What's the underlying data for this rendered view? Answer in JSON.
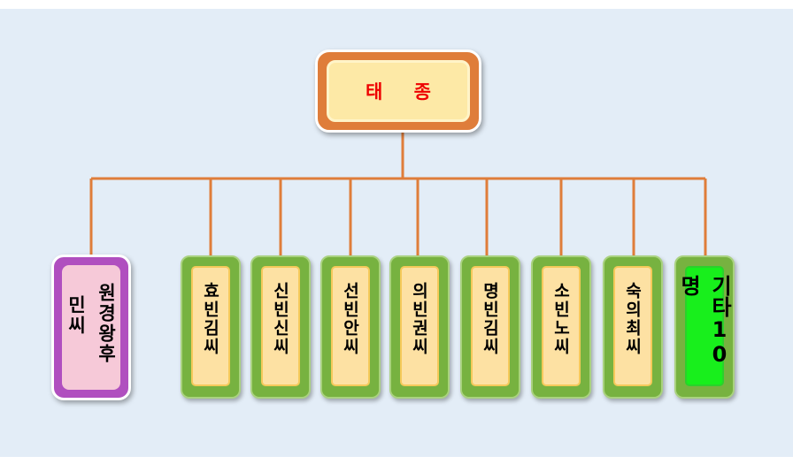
{
  "diagram": {
    "root": {
      "label": "태 종"
    },
    "queen": {
      "col1": "원경왕후",
      "col2": "민씨"
    },
    "concubines": [
      {
        "label": "효빈김씨"
      },
      {
        "label": "신빈신씨"
      },
      {
        "label": "선빈안씨"
      },
      {
        "label": "의빈권씨"
      },
      {
        "label": "명빈김씨"
      },
      {
        "label": "소빈노씨"
      },
      {
        "label": "숙의최씨"
      },
      {
        "label": "기타10명",
        "highlight": true
      }
    ]
  },
  "colors": {
    "connector": "#df7d3a",
    "root_border": "#df7d3a",
    "root_fill": "#fde9a6",
    "root_text": "#ee0000",
    "queen_border": "#b04fbf",
    "queen_fill": "#f6c9d8",
    "node_border": "#77b240",
    "node_fill": "#fde1a3",
    "highlight_fill": "#18ef1c",
    "background": "#e3edf7"
  }
}
